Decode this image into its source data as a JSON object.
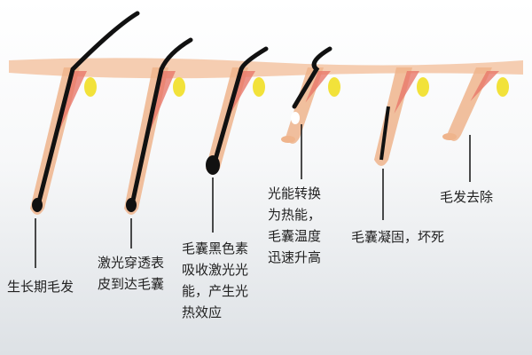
{
  "colors": {
    "skin": "#f4c8a8",
    "follicle": "#efb48c",
    "inner": "#e8786a",
    "gland": "#f2e23a",
    "hair": "#111111"
  },
  "stages": [
    {
      "label": "生长期毛发"
    },
    {
      "label": "激光穿透表\n皮到达毛囊"
    },
    {
      "label": "毛囊黑色素\n吸收激光光\n能，产生光\n热效应"
    },
    {
      "label": "光能转换\n为热能，\n毛囊温度\n迅速升高"
    },
    {
      "label": "毛囊凝固，坏死"
    },
    {
      "label": "毛发去除"
    }
  ]
}
